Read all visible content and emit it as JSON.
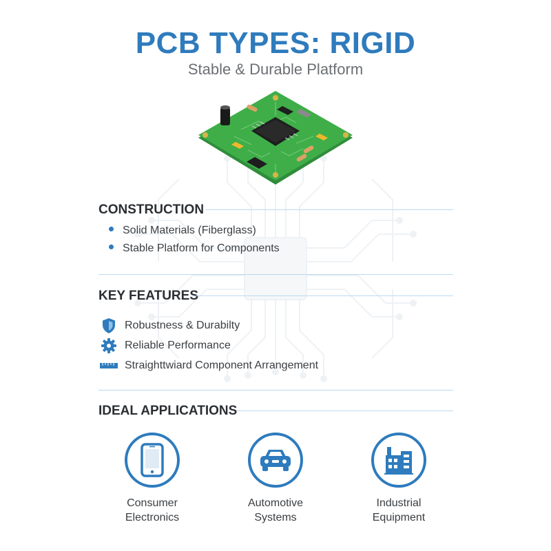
{
  "header": {
    "title": "PCB TYPES: RIGID",
    "subtitle": "Stable & Durable Platform"
  },
  "illustration": {
    "icon": "rigid-pcb-board",
    "board_color": "#3fae49"
  },
  "construction": {
    "heading": "CONSTRUCTION",
    "items": [
      "Solid Materials (Fiberglass)",
      "Stable Platform for Components"
    ]
  },
  "features": {
    "heading": "KEY FEATURES",
    "items": [
      {
        "icon": "shield-icon",
        "label": "Robustness & Durabilty"
      },
      {
        "icon": "gear-icon",
        "label": "Reliable Performance"
      },
      {
        "icon": "ruler-icon",
        "label": "Straighttwiard Component Arrangement"
      }
    ]
  },
  "applications": {
    "heading": "IDEAL APPLICATIONS",
    "items": [
      {
        "icon": "smartphone-icon",
        "label": "Consumer\nElectronics"
      },
      {
        "icon": "car-icon",
        "label": "Automotive\nSystems"
      },
      {
        "icon": "factory-icon",
        "label": "Industrial\nEquipment"
      }
    ]
  },
  "colors": {
    "accent": "#2e7bbd",
    "text": "#3a3e42",
    "heading": "#2b2f33",
    "rule": "#bcd9ef"
  }
}
